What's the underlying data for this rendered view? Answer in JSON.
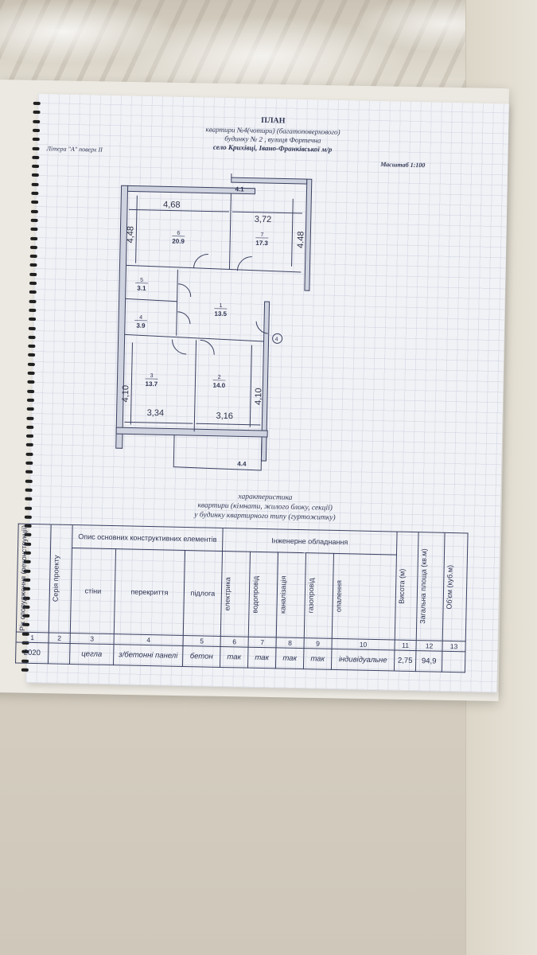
{
  "document": {
    "title": "ПЛАН",
    "line1": "квартири №4(чотири) (багатоповерхового)",
    "line2": "будинку № 2 , вулиця Фортечна",
    "line3": "село Крихівці, Івано-Франківської м/р",
    "letter_floor": "Літера \"А\" поверх II",
    "scale": "Масштаб 1:100"
  },
  "plan": {
    "labels": {
      "r41": "4.1",
      "r44": "4.4",
      "circle": "4",
      "dim_468": "4,68",
      "dim_372": "3,72",
      "dim_448_left": "4,48",
      "dim_448_right": "4.48",
      "dim_410_left": "4,10",
      "dim_410_right": "4,10",
      "dim_334": "3,34",
      "dim_316": "3,16"
    },
    "rooms": [
      {
        "num": "6",
        "area": "20.9"
      },
      {
        "num": "7",
        "area": "17.3"
      },
      {
        "num": "5",
        "area": "3.1"
      },
      {
        "num": "1",
        "area": "13.5"
      },
      {
        "num": "4",
        "area": "3.9"
      },
      {
        "num": "3",
        "area": "13.7"
      },
      {
        "num": "2",
        "area": "14.0"
      }
    ]
  },
  "caption": {
    "line1": "характеристика",
    "line2": "квартири (кімнати, жилого блоку, секції)",
    "line3": "у будинку квартирного типу (гуртожитку)"
  },
  "table": {
    "h_year": "Рік спорудження (реконструкції)",
    "h_series": "Серія проекту",
    "h_desc": "Опис основних конструктивних елементів",
    "h_walls": "стіни",
    "h_floors": "перекриття",
    "h_floor": "підлога",
    "h_eng": "Інженерне обладнання",
    "h_elec": "електрика",
    "h_water": "водопровід",
    "h_sewer": "каналізація",
    "h_gas": "газопровід",
    "h_heat": "опалення",
    "h_height": "Висота (м)",
    "h_area": "Загальна площа (кв.м)",
    "h_volume": "Об'єм (куб.м)",
    "nums": [
      "1",
      "2",
      "3",
      "4",
      "5",
      "6",
      "7",
      "8",
      "9",
      "10",
      "11",
      "12",
      "13"
    ],
    "row": {
      "year": "2020",
      "series": "",
      "walls": "цегла",
      "floors": "з/бетонні панелі",
      "floor": "бетон",
      "elec": "так",
      "water": "так",
      "sewer": "так",
      "gas": "так",
      "heat": "індивідуальне",
      "height": "2,75",
      "area": "94,9",
      "volume": ""
    }
  },
  "colors": {
    "ink": "#2c3250",
    "paper": "#f1f2f6"
  }
}
